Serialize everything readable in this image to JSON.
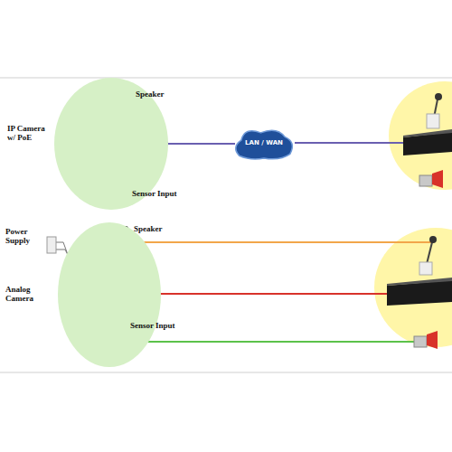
{
  "diagram": {
    "nodes": [
      {
        "text": [
          "IP Camera w/ PoE",
          "Speaker",
          "Sensor Input"
        ]
      },
      {
        "text": [
          "LAN / WAN"
        ]
      },
      {
        "text": [
          "Power Supply",
          "Speaker",
          "Analog Camera",
          "Sensor Input"
        ]
      }
    ],
    "edges": [
      {
        "from": 0,
        "to": 1,
        "arrow": "none"
      }
    ]
  }
}
